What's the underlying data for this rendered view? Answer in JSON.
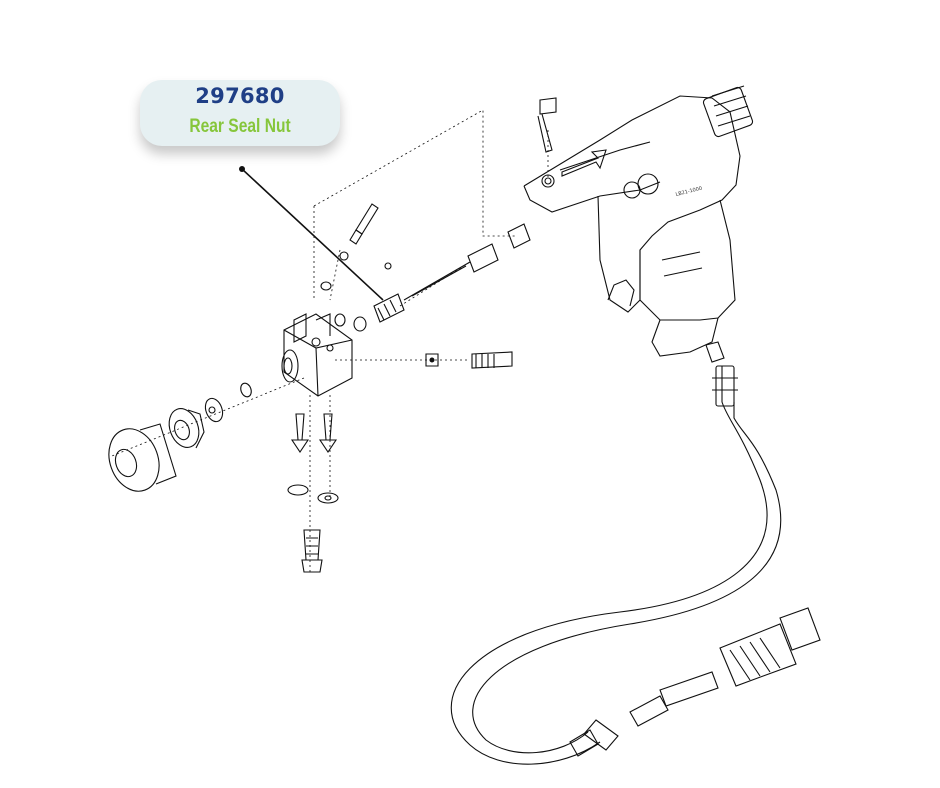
{
  "callout": {
    "part_number": "297680",
    "part_name": "Rear Seal Nut",
    "text_color": "#1f3f86",
    "accent_color": "#86c63b",
    "background": "#e6f0f2"
  },
  "drawing": {
    "label": "LB21-1000"
  }
}
